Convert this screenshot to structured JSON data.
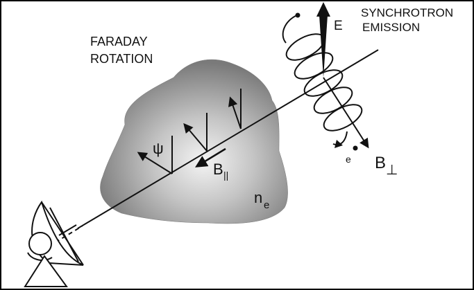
{
  "labels": {
    "faraday_line1": "FARADAY",
    "faraday_line2": "ROTATION",
    "synchrotron_line1": "SYNCHROTRON",
    "synchrotron_line2": "EMISSION",
    "e_field": "E",
    "electron": "e",
    "b_perp": "B",
    "b_perp_sub": "⊥",
    "b_parallel": "B",
    "b_parallel_sub": "||",
    "psi": "ψ",
    "ne": "n",
    "ne_sub": "e"
  },
  "colors": {
    "ink": "#111111",
    "cloud_center": "#f4f4f4",
    "cloud_edge": "#7a7a7a",
    "border": "#000000"
  },
  "icons": [
    "radio-telescope-icon",
    "electron-helix-icon",
    "cloud-region-icon"
  ]
}
